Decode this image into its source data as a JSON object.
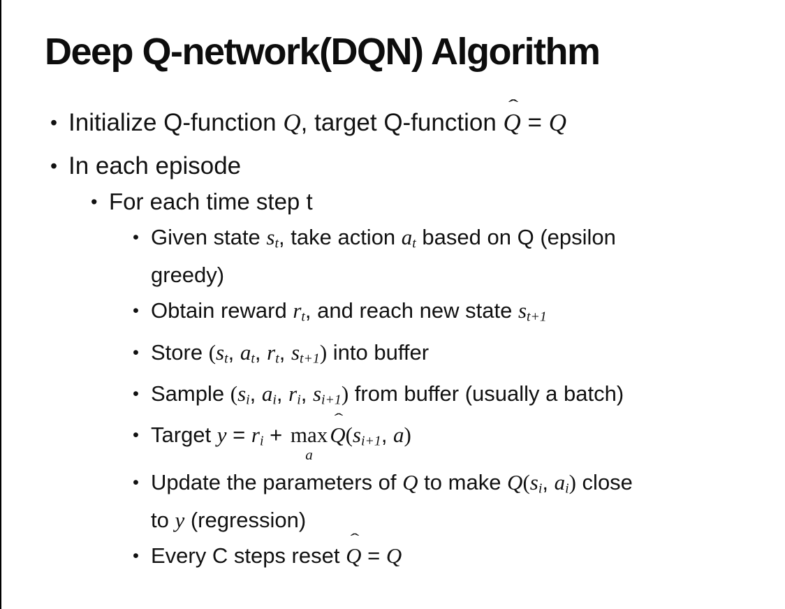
{
  "colors": {
    "background": "#ffffff",
    "text": "#111111",
    "edge_line": "#000000"
  },
  "glyphs": {
    "bullet": "•",
    "hat": "ˆ"
  },
  "slide": {
    "title": "Deep Q-network(DQN) Algorithm",
    "bullets": [
      {
        "level": 1,
        "segments": [
          {
            "type": "text",
            "text": "Initialize Q-function "
          },
          {
            "type": "math",
            "text": "Q"
          },
          {
            "type": "text",
            "text": ", target Q-function "
          },
          {
            "type": "hat",
            "text": "Q"
          },
          {
            "type": "text",
            "text": " = "
          },
          {
            "type": "math",
            "text": "Q"
          }
        ]
      },
      {
        "level": 1,
        "segments": [
          {
            "type": "text",
            "text": "In each episode"
          }
        ]
      },
      {
        "level": 2,
        "segments": [
          {
            "type": "text",
            "text": "For each time step t"
          }
        ]
      },
      {
        "level": 3,
        "segments": [
          {
            "type": "text",
            "text": "Given state "
          },
          {
            "type": "math",
            "text": "s"
          },
          {
            "type": "sub",
            "text": "t"
          },
          {
            "type": "text",
            "text": ", take action "
          },
          {
            "type": "math",
            "text": "a"
          },
          {
            "type": "sub",
            "text": "t"
          },
          {
            "type": "text",
            "text": " based on Q (epsilon"
          },
          {
            "type": "br"
          },
          {
            "type": "text",
            "text": "greedy)"
          }
        ]
      },
      {
        "level": 3,
        "segments": [
          {
            "type": "text",
            "text": "Obtain reward "
          },
          {
            "type": "math",
            "text": "r"
          },
          {
            "type": "sub",
            "text": "t"
          },
          {
            "type": "text",
            "text": ", and reach new state "
          },
          {
            "type": "math",
            "text": "s"
          },
          {
            "type": "sub",
            "text": "t+1"
          }
        ]
      },
      {
        "level": 3,
        "segments": [
          {
            "type": "text",
            "text": "Store "
          },
          {
            "type": "mp",
            "text": "("
          },
          {
            "type": "math",
            "text": "s"
          },
          {
            "type": "sub",
            "text": "t"
          },
          {
            "type": "text",
            "text": ", "
          },
          {
            "type": "math",
            "text": "a"
          },
          {
            "type": "sub",
            "text": "t"
          },
          {
            "type": "text",
            "text": ", "
          },
          {
            "type": "math",
            "text": "r"
          },
          {
            "type": "sub",
            "text": "t"
          },
          {
            "type": "text",
            "text": ", "
          },
          {
            "type": "math",
            "text": "s"
          },
          {
            "type": "sub",
            "text": "t+1"
          },
          {
            "type": "mp",
            "text": ")"
          },
          {
            "type": "text",
            "text": " into buffer"
          }
        ]
      },
      {
        "level": 3,
        "segments": [
          {
            "type": "text",
            "text": "Sample "
          },
          {
            "type": "mp",
            "text": "("
          },
          {
            "type": "math",
            "text": "s"
          },
          {
            "type": "sub",
            "text": "i"
          },
          {
            "type": "text",
            "text": ", "
          },
          {
            "type": "math",
            "text": "a"
          },
          {
            "type": "sub",
            "text": "i"
          },
          {
            "type": "text",
            "text": ", "
          },
          {
            "type": "math",
            "text": "r"
          },
          {
            "type": "sub",
            "text": "i"
          },
          {
            "type": "text",
            "text": ", "
          },
          {
            "type": "math",
            "text": "s"
          },
          {
            "type": "sub",
            "text": "i+1"
          },
          {
            "type": "mp",
            "text": ")"
          },
          {
            "type": "text",
            "text": " from buffer (usually a batch)"
          }
        ]
      },
      {
        "level": 3,
        "segments": [
          {
            "type": "text",
            "text": "Target "
          },
          {
            "type": "math",
            "text": "y"
          },
          {
            "type": "text",
            "text": " = "
          },
          {
            "type": "math",
            "text": "r"
          },
          {
            "type": "sub",
            "text": "i"
          },
          {
            "type": "text",
            "text": " + "
          },
          {
            "type": "max",
            "base": "max",
            "under": "a"
          },
          {
            "type": "hat",
            "text": "Q"
          },
          {
            "type": "mp",
            "text": "("
          },
          {
            "type": "math",
            "text": "s"
          },
          {
            "type": "sub",
            "text": "i+1"
          },
          {
            "type": "text",
            "text": ", "
          },
          {
            "type": "math",
            "text": "a"
          },
          {
            "type": "mp",
            "text": ")"
          }
        ]
      },
      {
        "level": 3,
        "segments": [
          {
            "type": "text",
            "text": "Update the parameters of "
          },
          {
            "type": "math",
            "text": "Q"
          },
          {
            "type": "text",
            "text": " to make "
          },
          {
            "type": "math",
            "text": "Q"
          },
          {
            "type": "mp",
            "text": "("
          },
          {
            "type": "math",
            "text": "s"
          },
          {
            "type": "sub",
            "text": "i"
          },
          {
            "type": "text",
            "text": ", "
          },
          {
            "type": "math",
            "text": "a"
          },
          {
            "type": "sub",
            "text": "i"
          },
          {
            "type": "mp",
            "text": ")"
          },
          {
            "type": "text",
            "text": " close"
          },
          {
            "type": "br"
          },
          {
            "type": "text",
            "text": "to "
          },
          {
            "type": "math",
            "text": "y"
          },
          {
            "type": "text",
            "text": " (regression)"
          }
        ]
      },
      {
        "level": 3,
        "segments": [
          {
            "type": "text",
            "text": "Every C steps reset "
          },
          {
            "type": "hat",
            "text": "Q"
          },
          {
            "type": "text",
            "text": " = "
          },
          {
            "type": "math",
            "text": "Q"
          }
        ]
      }
    ]
  }
}
